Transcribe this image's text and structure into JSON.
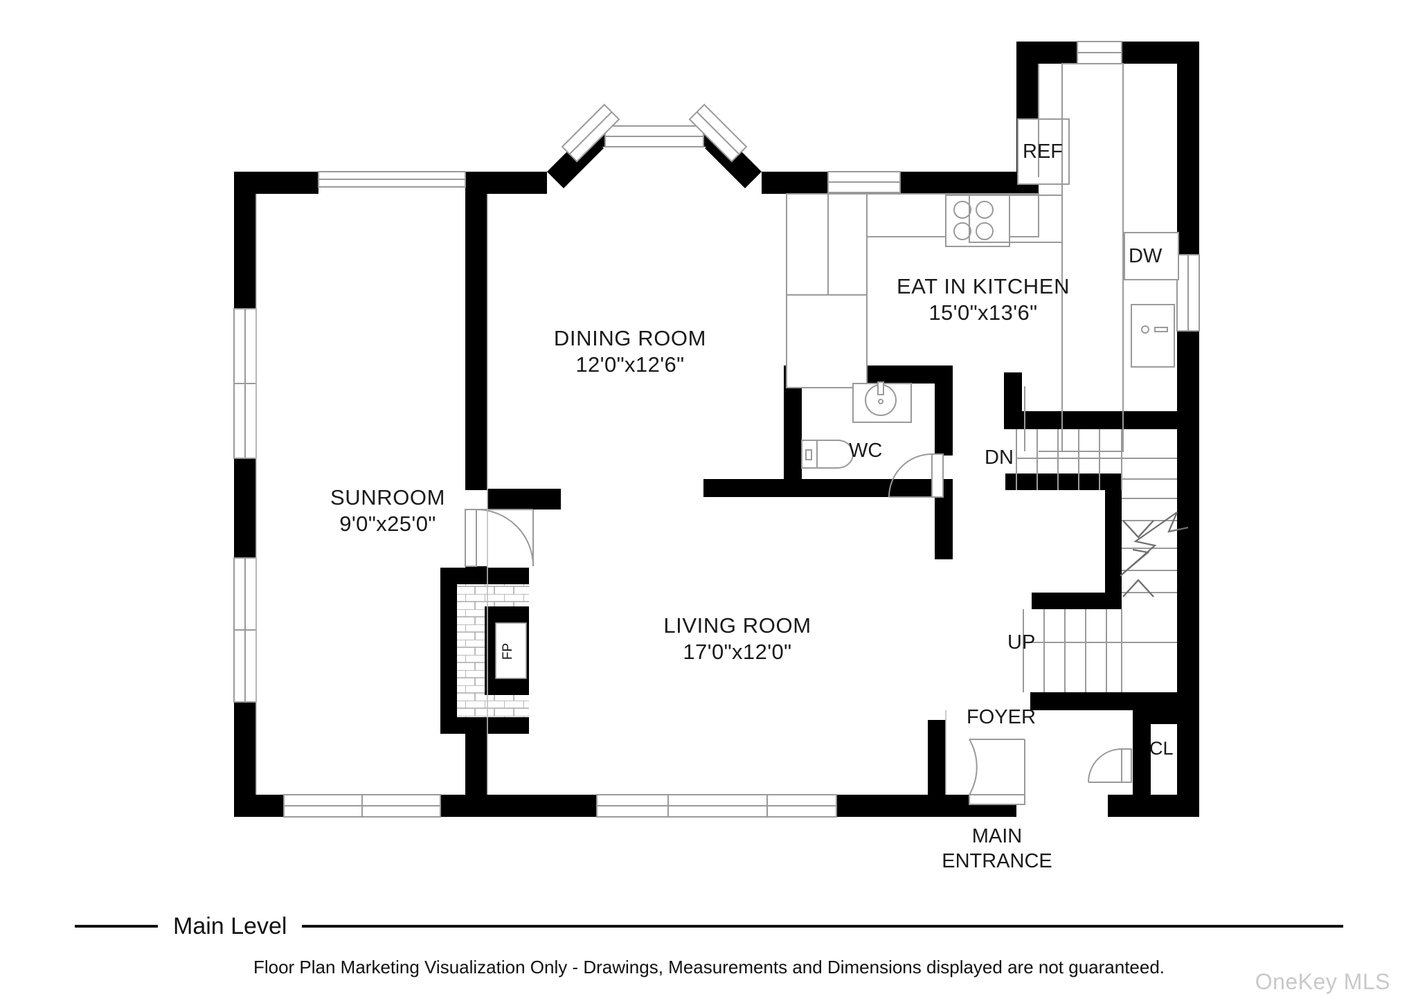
{
  "document": {
    "type": "floor-plan",
    "level_label": "Main Level",
    "disclaimer": "Floor Plan Marketing Visualization Only - Drawings, Measurements and Dimensions displayed are not guaranteed.",
    "watermark": "OneKey MLS",
    "colors": {
      "wall": "#000000",
      "thin_line": "#9a9a9a",
      "background": "#ffffff",
      "text": "#1a1a1a",
      "watermark": "#c9c9c9",
      "rule": "#111111"
    }
  },
  "rooms": [
    {
      "id": "sunroom",
      "name": "SUNROOM",
      "dimensions": "9'0\"x25'0\""
    },
    {
      "id": "dining_room",
      "name": "DINING ROOM",
      "dimensions": "12'0\"x12'6\""
    },
    {
      "id": "eat_in_kitchen",
      "name": "EAT IN KITCHEN",
      "dimensions": "15'0\"x13'6\""
    },
    {
      "id": "living_room",
      "name": "LIVING ROOM",
      "dimensions": "17'0\"x12'0\""
    }
  ],
  "tags": {
    "ref": "REF",
    "dw": "DW",
    "wc": "WC",
    "dn": "DN",
    "up": "UP",
    "foyer": "FOYER",
    "cl": "CL",
    "fp": "FP",
    "main_entrance_line1": "MAIN",
    "main_entrance_line2": "ENTRANCE"
  },
  "fixtures": [
    {
      "name": "refrigerator",
      "label": "REF"
    },
    {
      "name": "dishwasher",
      "label": "DW"
    },
    {
      "name": "range-cooktop",
      "label": "",
      "burners": 4
    },
    {
      "name": "kitchen-counter",
      "label": ""
    },
    {
      "name": "toilet",
      "label": ""
    },
    {
      "name": "sink-vanity",
      "label": ""
    },
    {
      "name": "fireplace",
      "label": "FP"
    },
    {
      "name": "closet",
      "label": "CL"
    },
    {
      "name": "staircase-down",
      "label": "DN"
    },
    {
      "name": "staircase-up",
      "label": "UP"
    },
    {
      "name": "entry-door",
      "label": ""
    }
  ]
}
